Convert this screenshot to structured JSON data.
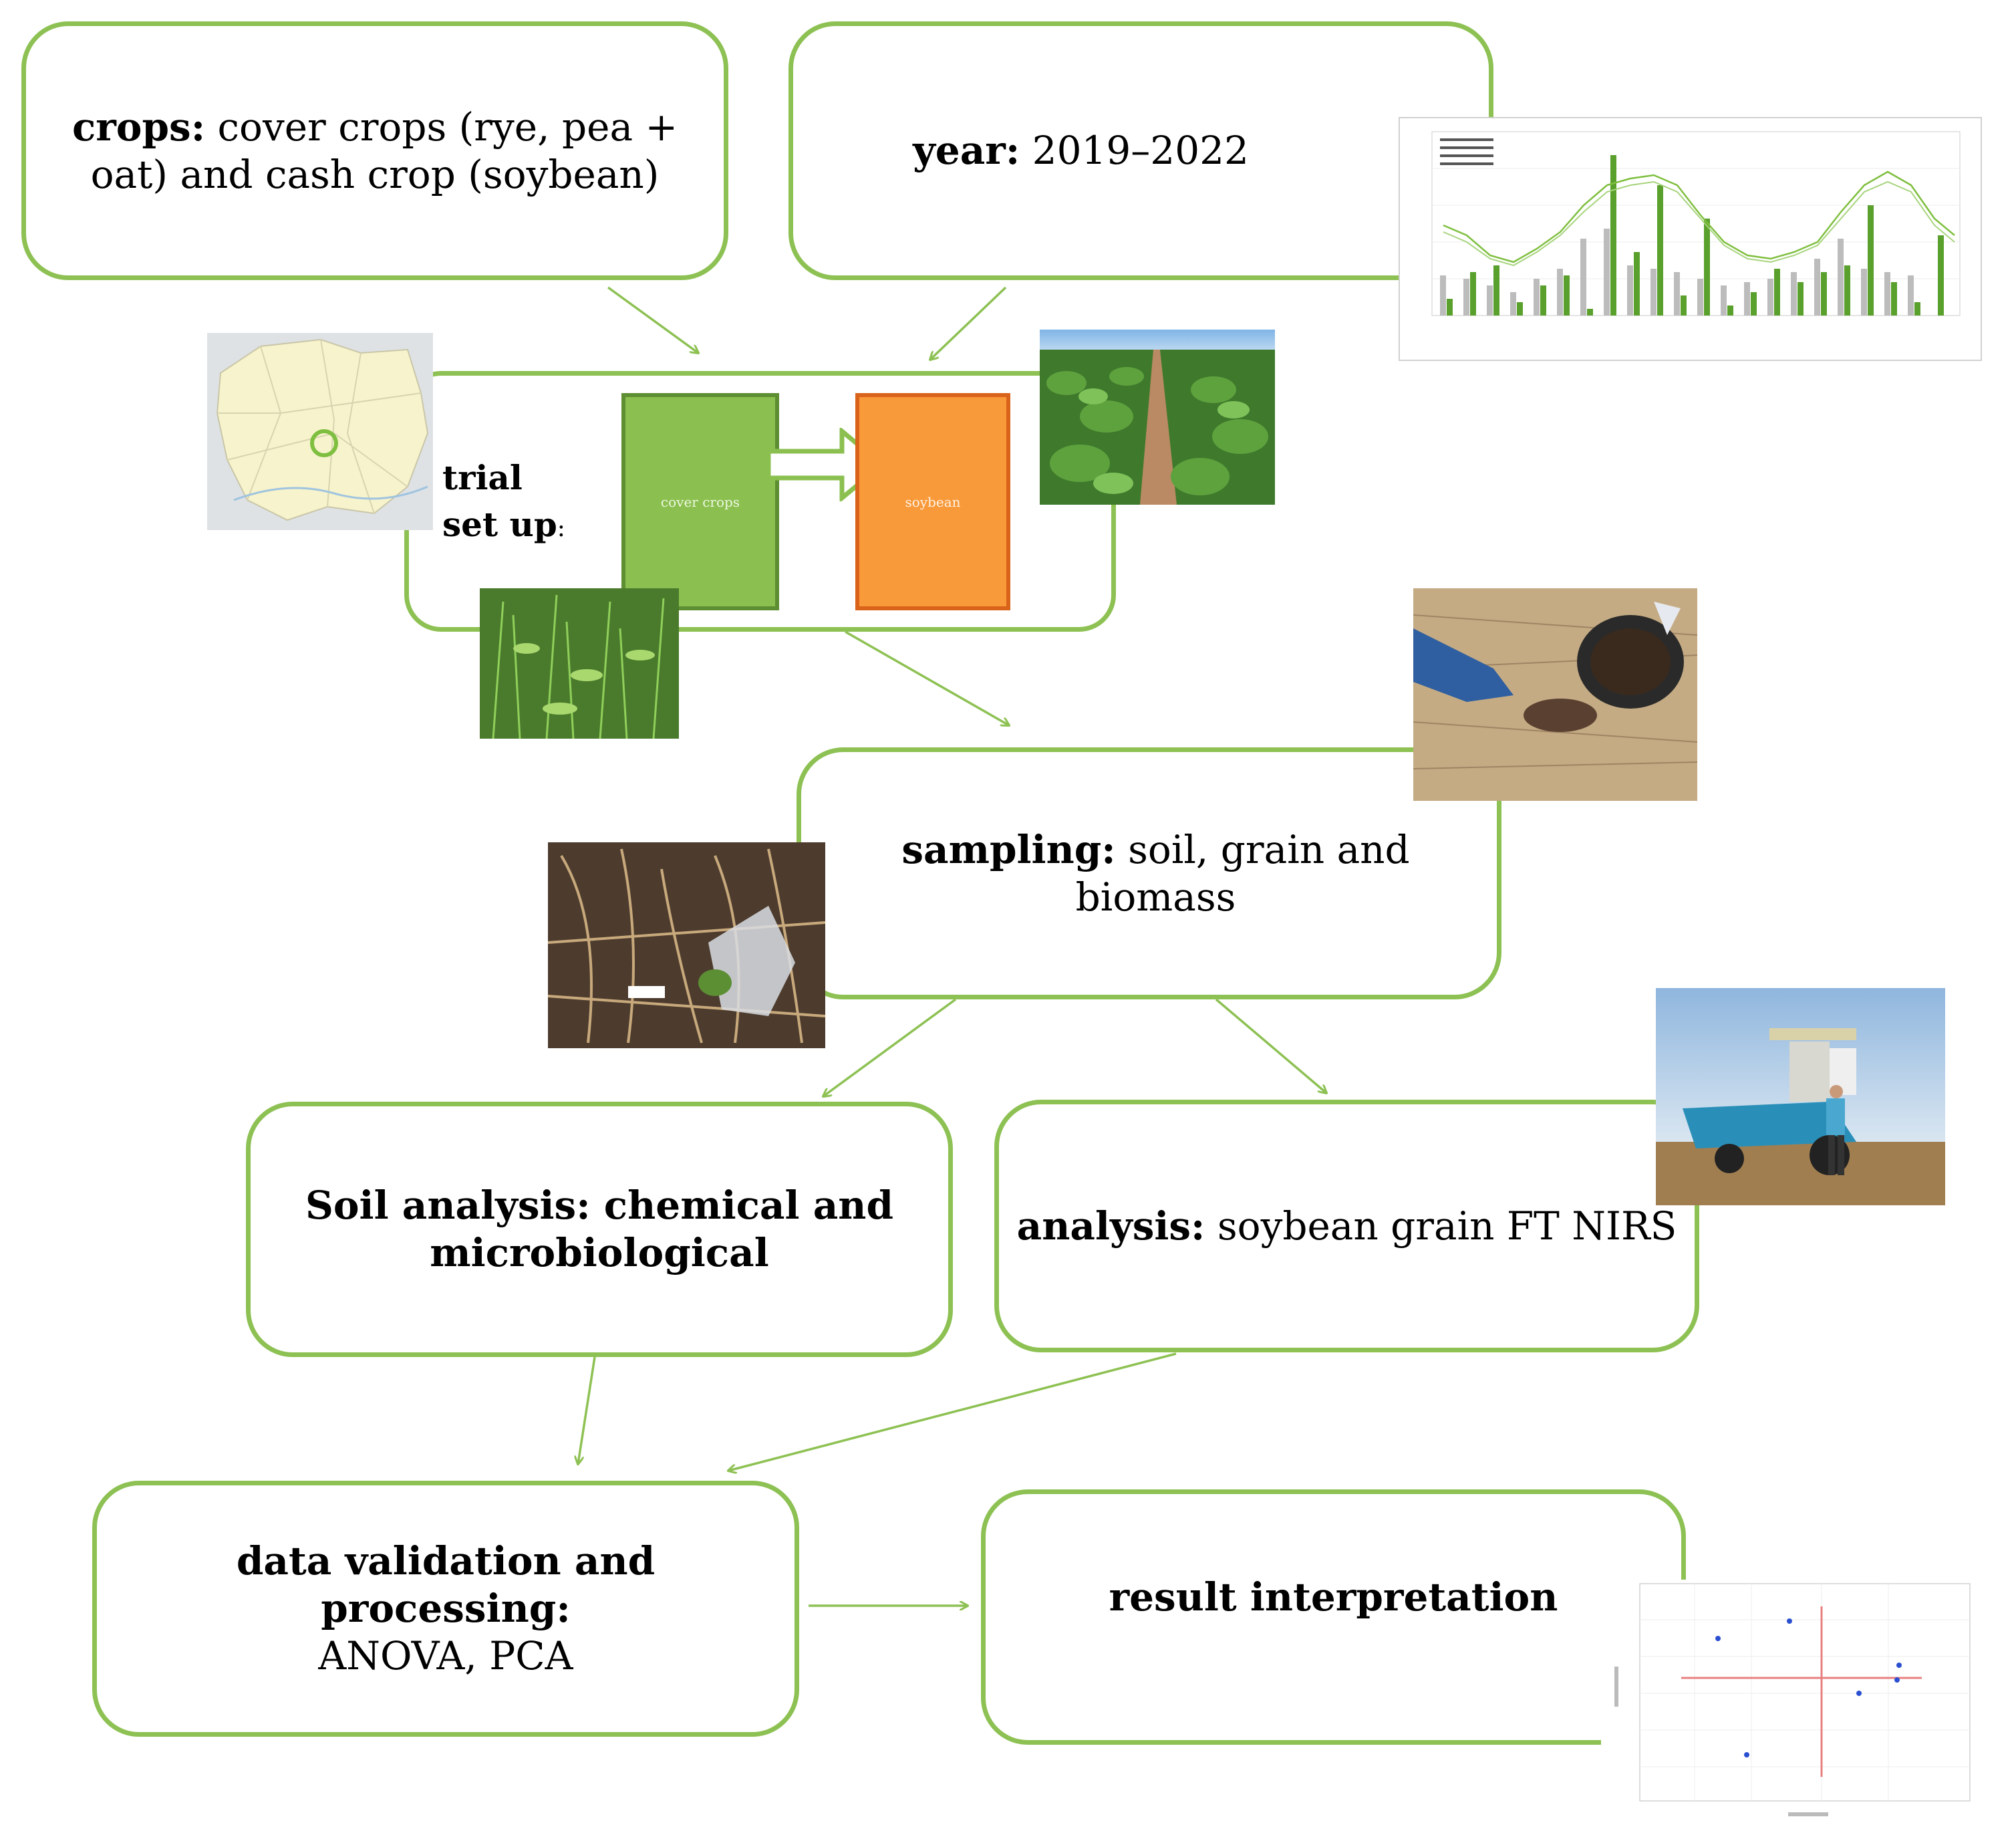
{
  "boxes": {
    "crops": {
      "bold": "crops:",
      "text": " cover crops  (rye, pea + oat) and cash crop  (soybean)"
    },
    "year": {
      "bold": "year:",
      "text": " 2019–2022"
    },
    "trial": {
      "label_line1": "trial",
      "label_line2": "set up",
      "label_suffix": ":",
      "cover_label": "cover crops",
      "soybean_label": "soybean"
    },
    "sampling": {
      "bold": "sampling:",
      "text": " soil, grain and biomass"
    },
    "soil": {
      "bold": "Soil analysis: chemical and microbiological",
      "text": ""
    },
    "grain": {
      "bold": "analysis:",
      "text": " soybean grain FT NIRS"
    },
    "data": {
      "bold": "data validation and processing:",
      "text": "ANOVA, PCA"
    },
    "result": {
      "bold": "result interpretation",
      "text": ""
    }
  },
  "colors": {
    "green": "#8dc153",
    "cover_fill": "#8bc050",
    "cover_border": "#5e8e32",
    "soy_fill": "#f8993a",
    "soy_border": "#d9631a"
  },
  "icons": [
    "map-thumbnail",
    "climate-chart-thumbnail",
    "soybean-field-photo",
    "cover-crop-photo",
    "soil-sampling-photo",
    "biomass-sampling-photo",
    "harvester-photo",
    "pca-plot-thumbnail"
  ]
}
